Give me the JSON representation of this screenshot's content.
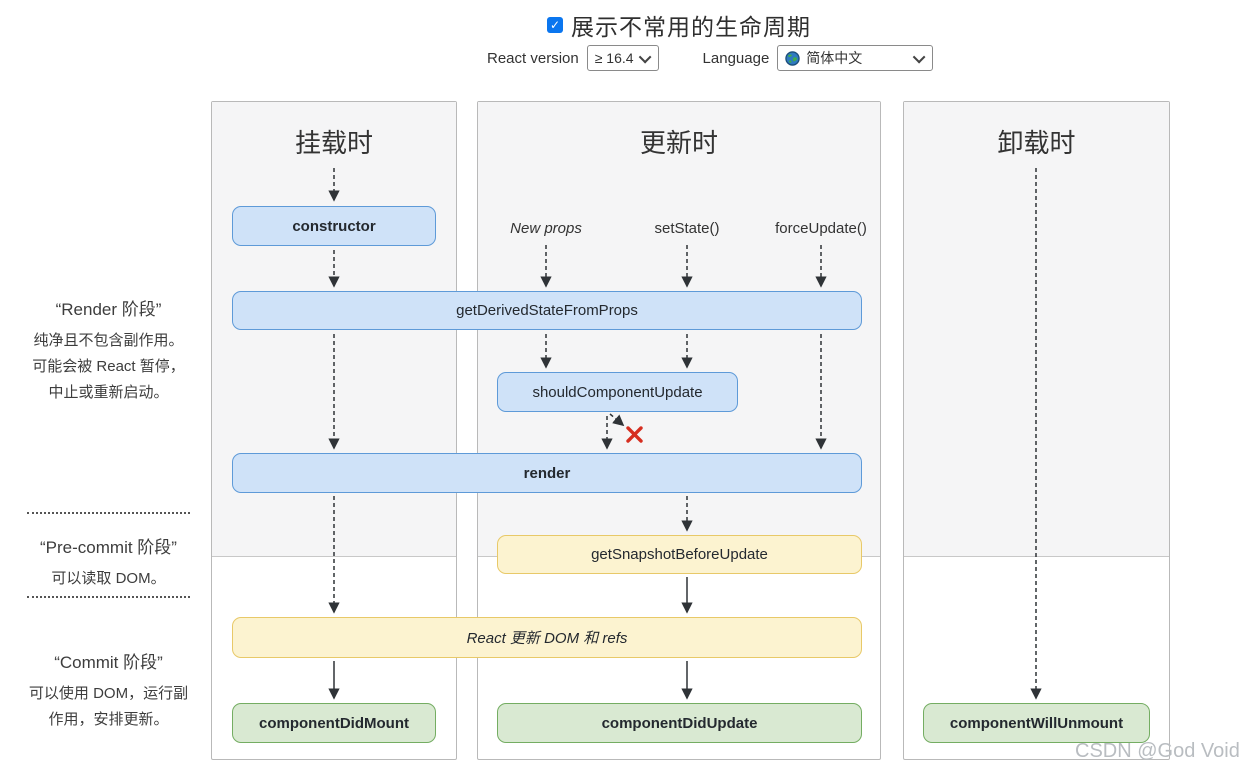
{
  "header": {
    "checkbox_checked": true,
    "checkbox_glyph": "✓",
    "checkbox_label": "展示不常用的生命周期",
    "react_version_label": "React version",
    "react_version_value": "≥ 16.4",
    "language_label": "Language",
    "language_value": "简体中文",
    "language_icon": "globe-icon"
  },
  "sidebar": {
    "phases": [
      {
        "title": "“Render 阶段”",
        "description": "纯净且不包含副作用。可能会被 React 暂停，中止或重新启动。"
      },
      {
        "title": "“Pre-commit 阶段”",
        "description": "可以读取 DOM。"
      },
      {
        "title": "“Commit 阶段”",
        "description": "可以使用 DOM，运行副作用，安排更新。"
      }
    ]
  },
  "columns": [
    {
      "title": "挂载时"
    },
    {
      "title": "更新时"
    },
    {
      "title": "卸载时"
    }
  ],
  "triggers": {
    "new_props": "New props",
    "set_state": "setState()",
    "force_update": "forceUpdate()"
  },
  "boxes": {
    "constructor": "constructor",
    "get_derived_state_from_props": "getDerivedStateFromProps",
    "should_component_update": "shouldComponentUpdate",
    "render": "render",
    "get_snapshot_before_update": "getSnapshotBeforeUpdate",
    "react_updates_dom": "React 更新 DOM 和 refs",
    "component_did_mount": "componentDidMount",
    "component_did_update": "componentDidUpdate",
    "component_will_unmount": "componentWillUnmount"
  },
  "watermark": {
    "text": "CSDN @God Void"
  },
  "colors": {
    "checkbox_blue": "#0b76ef",
    "box_blue_bg": "#cfe2f8",
    "box_blue_border": "#5e9ad8",
    "box_yellow_bg": "#fcf3d0",
    "box_yellow_border": "#e8c968",
    "box_green_bg": "#d9e9d2",
    "box_green_border": "#74ad62",
    "reject_x_red": "#d62e20",
    "panel_section_bg": "#f5f5f6",
    "watermark_gray": "#b9bdc1"
  }
}
